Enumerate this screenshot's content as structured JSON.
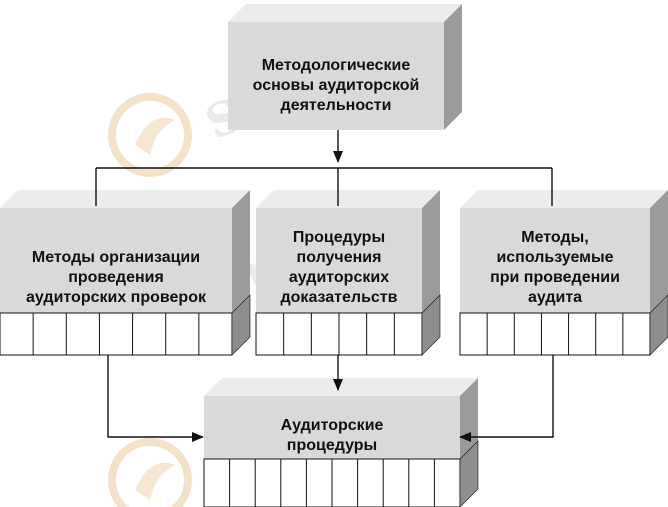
{
  "colors": {
    "front": "#d9d9d9",
    "top": "#ececec",
    "side": "#9a9a9a",
    "grid_fill": "#ffffff",
    "line": "#111111",
    "watermark_icon": "#f3e2c8",
    "watermark_text": "#e5e5e5"
  },
  "watermark": {
    "text": "Stud.kz",
    "icon": "hummingbird-logo-icon"
  },
  "boxes": {
    "top": {
      "lines": [
        "Методологические",
        "основы аудиторской",
        "деятельности"
      ]
    },
    "left": {
      "lines": [
        "Методы организации",
        "проведения",
        "аудиторских проверок"
      ],
      "grid_cells": 7
    },
    "middle": {
      "lines": [
        "Процедуры",
        "получения",
        "аудиторских",
        "доказательств"
      ],
      "grid_cells": 6
    },
    "right": {
      "lines": [
        "Методы,",
        "используемые",
        "при проведении",
        "аудита"
      ],
      "grid_cells": 7
    },
    "bottom": {
      "lines": [
        "Аудиторские",
        "процедуры"
      ],
      "grid_cells": 10
    }
  }
}
